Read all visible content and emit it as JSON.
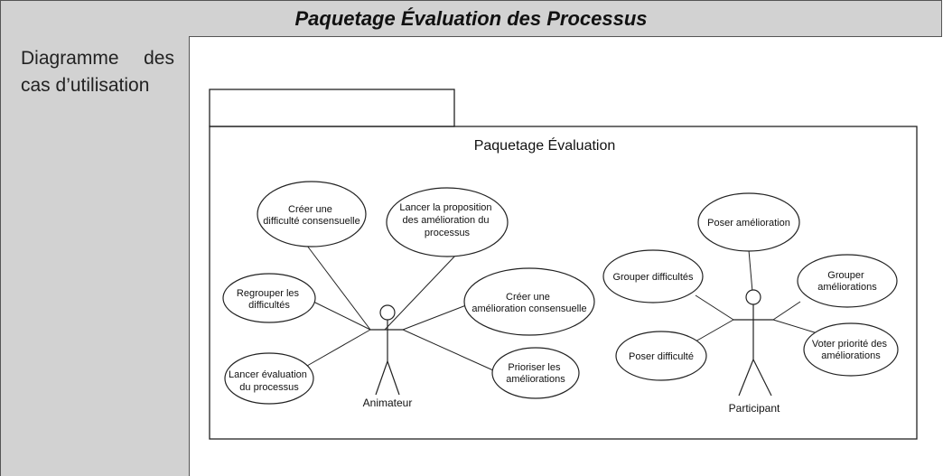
{
  "header": {
    "title": "Paquetage Évaluation des Processus"
  },
  "side": {
    "label_line1": "Diagramme des",
    "label_line2": "cas d’utilisation"
  },
  "diagram": {
    "package_title": "Paquetage Évaluation",
    "actors": {
      "animateur": "Animateur",
      "participant": "Participant"
    },
    "use_cases": {
      "creer_difficulte": [
        "Créer une",
        "difficulté consensuelle"
      ],
      "lancer_proposition": [
        "Lancer la proposition",
        "des amélioration du",
        "processus"
      ],
      "regrouper_difficultes": [
        "Regrouper les",
        "difficultés"
      ],
      "creer_amelioration": [
        "Créer une",
        "amélioration consensuelle"
      ],
      "lancer_evaluation": [
        "Lancer évaluation",
        "du processus"
      ],
      "prioriser": [
        "Prioriser les",
        "améliorations"
      ],
      "poser_amelioration": [
        "Poser amélioration"
      ],
      "grouper_difficultes": [
        "Grouper difficultés"
      ],
      "grouper_ameliorations": [
        "Grouper",
        "améliorations"
      ],
      "poser_difficulte": [
        "Poser difficulté"
      ],
      "voter_priorite": [
        "Voter priorité des",
        "améliorations"
      ]
    }
  }
}
